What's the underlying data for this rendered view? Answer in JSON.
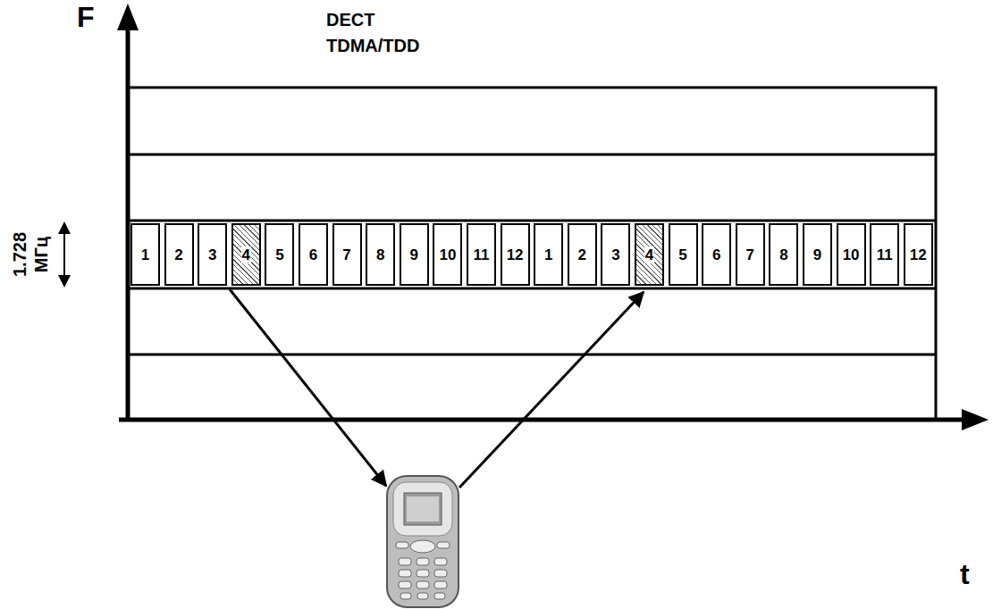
{
  "diagram": {
    "title": "DECT TDMA/TDD",
    "nodes": [
      {
        "text": [
          "1"
        ]
      },
      {
        "text": [
          "2"
        ]
      },
      {
        "text": [
          "3"
        ]
      },
      {
        "text": [
          "4"
        ]
      },
      {
        "text": [
          "5"
        ]
      },
      {
        "text": [
          "6"
        ]
      },
      {
        "text": [
          "7"
        ]
      },
      {
        "text": [
          "8"
        ]
      },
      {
        "text": [
          "9"
        ]
      },
      {
        "text": [
          "10"
        ]
      },
      {
        "text": [
          "11"
        ]
      },
      {
        "text": [
          "12"
        ]
      },
      {
        "text": [
          "1"
        ]
      },
      {
        "text": [
          "2"
        ]
      },
      {
        "text": [
          "3"
        ]
      },
      {
        "text": [
          "4"
        ]
      },
      {
        "text": [
          "5"
        ]
      },
      {
        "text": [
          "6"
        ]
      },
      {
        "text": [
          "7"
        ]
      },
      {
        "text": [
          "8"
        ]
      },
      {
        "text": [
          "9"
        ]
      },
      {
        "text": [
          "10"
        ]
      },
      {
        "text": [
          "11"
        ]
      },
      {
        "text": [
          "12"
        ]
      }
    ],
    "labels": [
      "F",
      "t",
      "1.728 МГц"
    ]
  }
}
